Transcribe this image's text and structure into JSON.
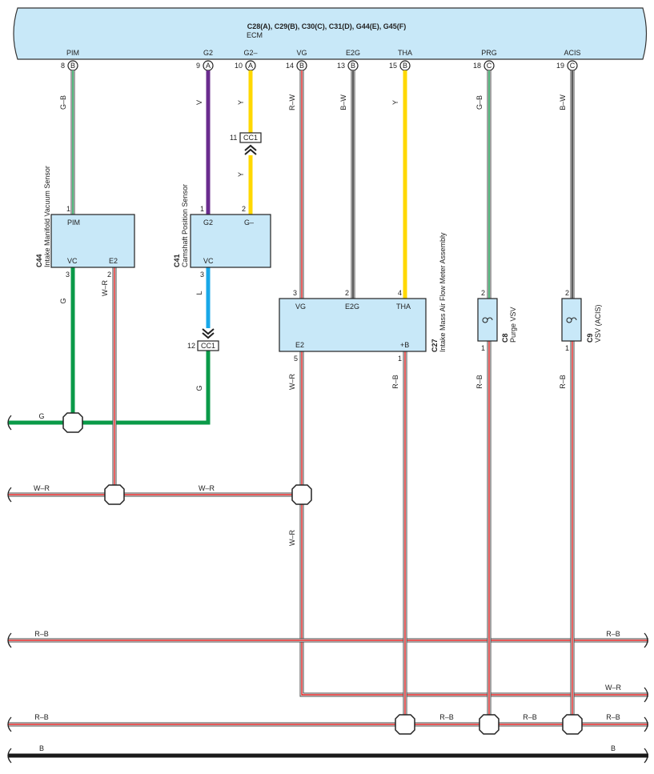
{
  "ecm": {
    "connectors": "C28(A), C29(B), C30(C), C31(D), G44(E), G45(F)",
    "name": "ECM",
    "terminals": [
      {
        "name": "PIM",
        "pin": "8",
        "conn": "B"
      },
      {
        "name": "G2",
        "pin": "9",
        "conn": "A"
      },
      {
        "name": "G2–",
        "pin": "10",
        "conn": "A"
      },
      {
        "name": "VG",
        "pin": "14",
        "conn": "B"
      },
      {
        "name": "E2G",
        "pin": "13",
        "conn": "B"
      },
      {
        "name": "THA",
        "pin": "15",
        "conn": "B"
      },
      {
        "name": "PRG",
        "pin": "18",
        "conn": "C"
      },
      {
        "name": "ACIS",
        "pin": "19",
        "conn": "C"
      }
    ]
  },
  "wire_colors": {
    "pim": "G–B",
    "g2": "V",
    "g2m_top": "Y",
    "g2m_low": "Y",
    "vg": "R–W",
    "e2g": "B–W",
    "tha": "Y",
    "prg": "G–B",
    "acis": "B–W",
    "c44_vc": "G",
    "c44_e2": "W–R",
    "c41_vc": "L",
    "c41_g": "G",
    "c27_e2": "W–R",
    "c27_b": "R–B",
    "c8": "R–B",
    "c9": "R–B",
    "bus_g": "G",
    "wr_left": "W–R",
    "wr_mid": "W–R",
    "wr_down": "W–R",
    "rb1_left": "R–B",
    "rb1_right": "R–B",
    "wr_right": "W–R",
    "rb2_left": "R–B",
    "rb2_a": "R–B",
    "rb2_b": "R–B",
    "rb2_right": "R–B",
    "b_left": "B",
    "b_right": "B"
  },
  "connectors": {
    "cc1_top": {
      "label": "CC1",
      "pin": "11"
    },
    "cc1_bot": {
      "label": "CC1",
      "pin": "12"
    }
  },
  "components": {
    "c44": {
      "code": "C44",
      "name": "Intake Manifold Vacuum Sensor",
      "term_top": "PIM",
      "term_vc": "VC",
      "term_e2": "E2",
      "pin_top": "1",
      "pin_vc": "3",
      "pin_e2": "2"
    },
    "c41": {
      "code": "C41",
      "name": "Camshaft Position Sensor",
      "term_g2": "G2",
      "term_gm": "G–",
      "term_vc": "VC",
      "pin_g2": "1",
      "pin_gm": "2",
      "pin_vc": "3"
    },
    "c27": {
      "code": "C27",
      "name": "Intake Mass Air Flow Meter Assembly",
      "term_vg": "VG",
      "term_e2g": "E2G",
      "term_tha": "THA",
      "term_e2": "E2",
      "term_b": "+B",
      "pin_vg": "3",
      "pin_e2g": "2",
      "pin_tha": "4",
      "pin_e2": "5",
      "pin_b": "1"
    },
    "c8": {
      "code": "C8",
      "name": "Purge VSV",
      "pin_top": "2",
      "pin_bot": "1"
    },
    "c9": {
      "code": "C9",
      "name": "VSV (ACIS)",
      "pin_top": "2",
      "pin_bot": "1"
    }
  },
  "colors": {
    "ecm_fill": "#c8e8f8",
    "box_fill": "#c8e8f8",
    "green": "#0a9a48",
    "violet": "#6a2c8e",
    "yellow": "#ffd800",
    "red": "#e02020",
    "black": "#1a1a1a",
    "blue": "#19a8e8",
    "white": "#ffffff"
  }
}
